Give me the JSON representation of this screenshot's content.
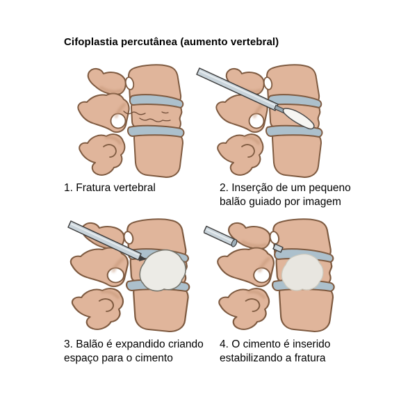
{
  "title": "Cifoplastia percutânea (aumento vertebral)",
  "steps": [
    {
      "number": "1",
      "lines": [
        "1. Fratura vertebral"
      ]
    },
    {
      "number": "2",
      "lines": [
        "2. Inserção de um pequeno",
        "balão guiado por imagem"
      ]
    },
    {
      "number": "3",
      "lines": [
        "3. Balão é expandido criando",
        "espaço para o cimento"
      ]
    },
    {
      "number": "4",
      "lines": [
        "4. O cimento é inserido",
        "estabilizando a fratura"
      ]
    }
  ],
  "colors": {
    "background": "#FFFFFF",
    "text": "#000000",
    "bone_fill": "#E0B59B",
    "bone_outline": "#7E5A40",
    "bone_shading": "#C2916F",
    "disc_fill": "#ACC0CC",
    "cannula_fill": "#C9D4DB",
    "cannula_outline": "#3D3D3D",
    "balloon_fill": "#ECEBE6",
    "cement_fill": "#E8E6E0",
    "fracture_line": "#6F4C37"
  }
}
